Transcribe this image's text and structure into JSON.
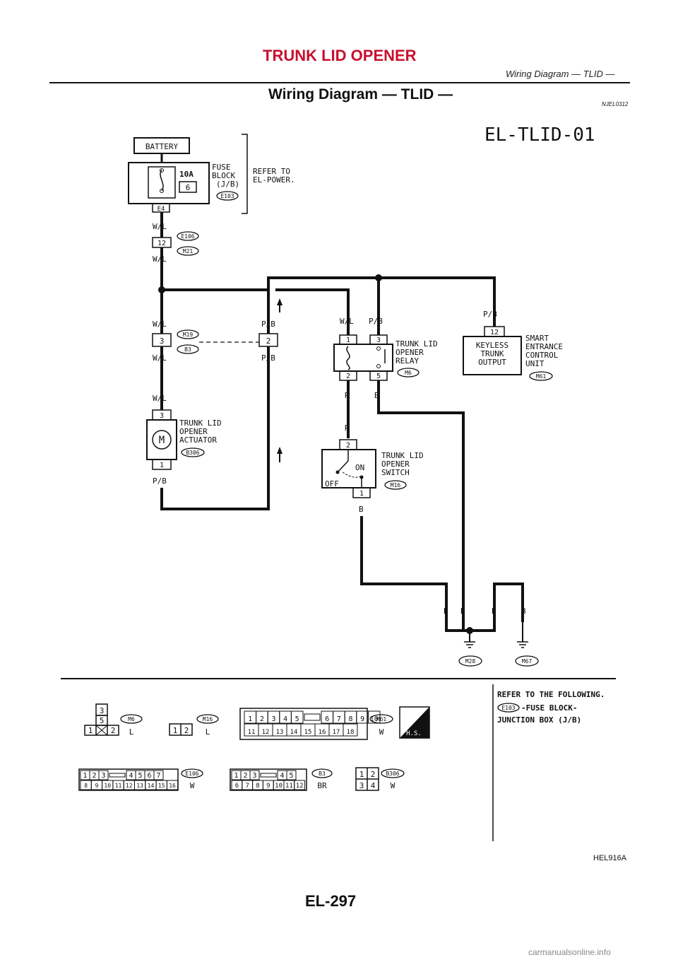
{
  "header": {
    "title": "TRUNK LID OPENER",
    "subtitle": "Wiring Diagram — TLID —"
  },
  "section": {
    "title": "Wiring Diagram — TLID —",
    "code": "NJEL0312"
  },
  "diagram": {
    "id": "EL-TLID-01",
    "battery": "BATTERY",
    "fuse_amp": "10A",
    "fuse_num": "6",
    "fuse_block": [
      "FUSE",
      "BLOCK",
      "(J/B)"
    ],
    "refer_power": [
      "REFER TO",
      "EL-POWER."
    ],
    "connectors": {
      "e103": "E103",
      "e4": "E4",
      "e106": "E106",
      "m21": "M21",
      "m19": "M19",
      "b3": "B3",
      "m6": "M6",
      "m61": "M61",
      "b306": "B306",
      "m16": "M16",
      "m28": "M28",
      "m67": "M67"
    },
    "pins": {
      "j12": "12",
      "j3": "3",
      "j2": "2",
      "relay_1": "1",
      "relay_2": "2",
      "relay_3": "3",
      "relay_5": "5",
      "sec_12": "12",
      "act_3": "3",
      "act_1": "1",
      "sw_2": "2",
      "sw_1": "1"
    },
    "wires": {
      "wl": "W/L",
      "pb": "P/B",
      "r": "R",
      "b": "B"
    },
    "relay": [
      "TRUNK LID",
      "OPENER",
      "RELAY"
    ],
    "keyless": [
      "KEYLESS",
      "TRUNK",
      "OUTPUT"
    ],
    "sec_unit": [
      "SMART",
      "ENTRANCE",
      "CONTROL",
      "UNIT"
    ],
    "actuator": [
      "TRUNK LID",
      "OPENER",
      "ACTUATOR"
    ],
    "actuator_symbol": "M",
    "switch": [
      "TRUNK LID",
      "OPENER",
      "SWITCH"
    ],
    "switch_on": "ON",
    "switch_off": "OFF"
  },
  "legend": {
    "refer_following": "REFER TO THE FOLLOWING.",
    "e103_desc": [
      "-FUSE BLOCK-",
      "JUNCTION BOX (J/B)"
    ],
    "m6_pins": [
      "3",
      "5",
      "1",
      "2"
    ],
    "m6_color": "L",
    "m16_pins": [
      "1",
      "2"
    ],
    "m16_color": "L",
    "m61_top": [
      "1",
      "2",
      "3",
      "4",
      "5",
      "6",
      "7",
      "8",
      "9",
      "10"
    ],
    "m61_bottom": [
      "11",
      "12",
      "13",
      "14",
      "15",
      "16",
      "17",
      "18"
    ],
    "m61_color": "W",
    "hs": "H.S.",
    "e106_top": [
      "1",
      "2",
      "3",
      "4",
      "5",
      "6",
      "7"
    ],
    "e106_bottom": [
      "8",
      "9",
      "10",
      "11",
      "12",
      "13",
      "14",
      "15",
      "16"
    ],
    "e106_color": "W",
    "b3_top": [
      "1",
      "2",
      "3",
      "4",
      "5"
    ],
    "b3_bottom": [
      "6",
      "7",
      "8",
      "9",
      "10",
      "11",
      "12"
    ],
    "b3_color": "BR",
    "b306_pins": [
      "1",
      "2",
      "3",
      "4"
    ],
    "b306_color": "W"
  },
  "figure_code": "HEL916A",
  "page_number": "EL-297",
  "watermark": "carmanualsonline.info"
}
